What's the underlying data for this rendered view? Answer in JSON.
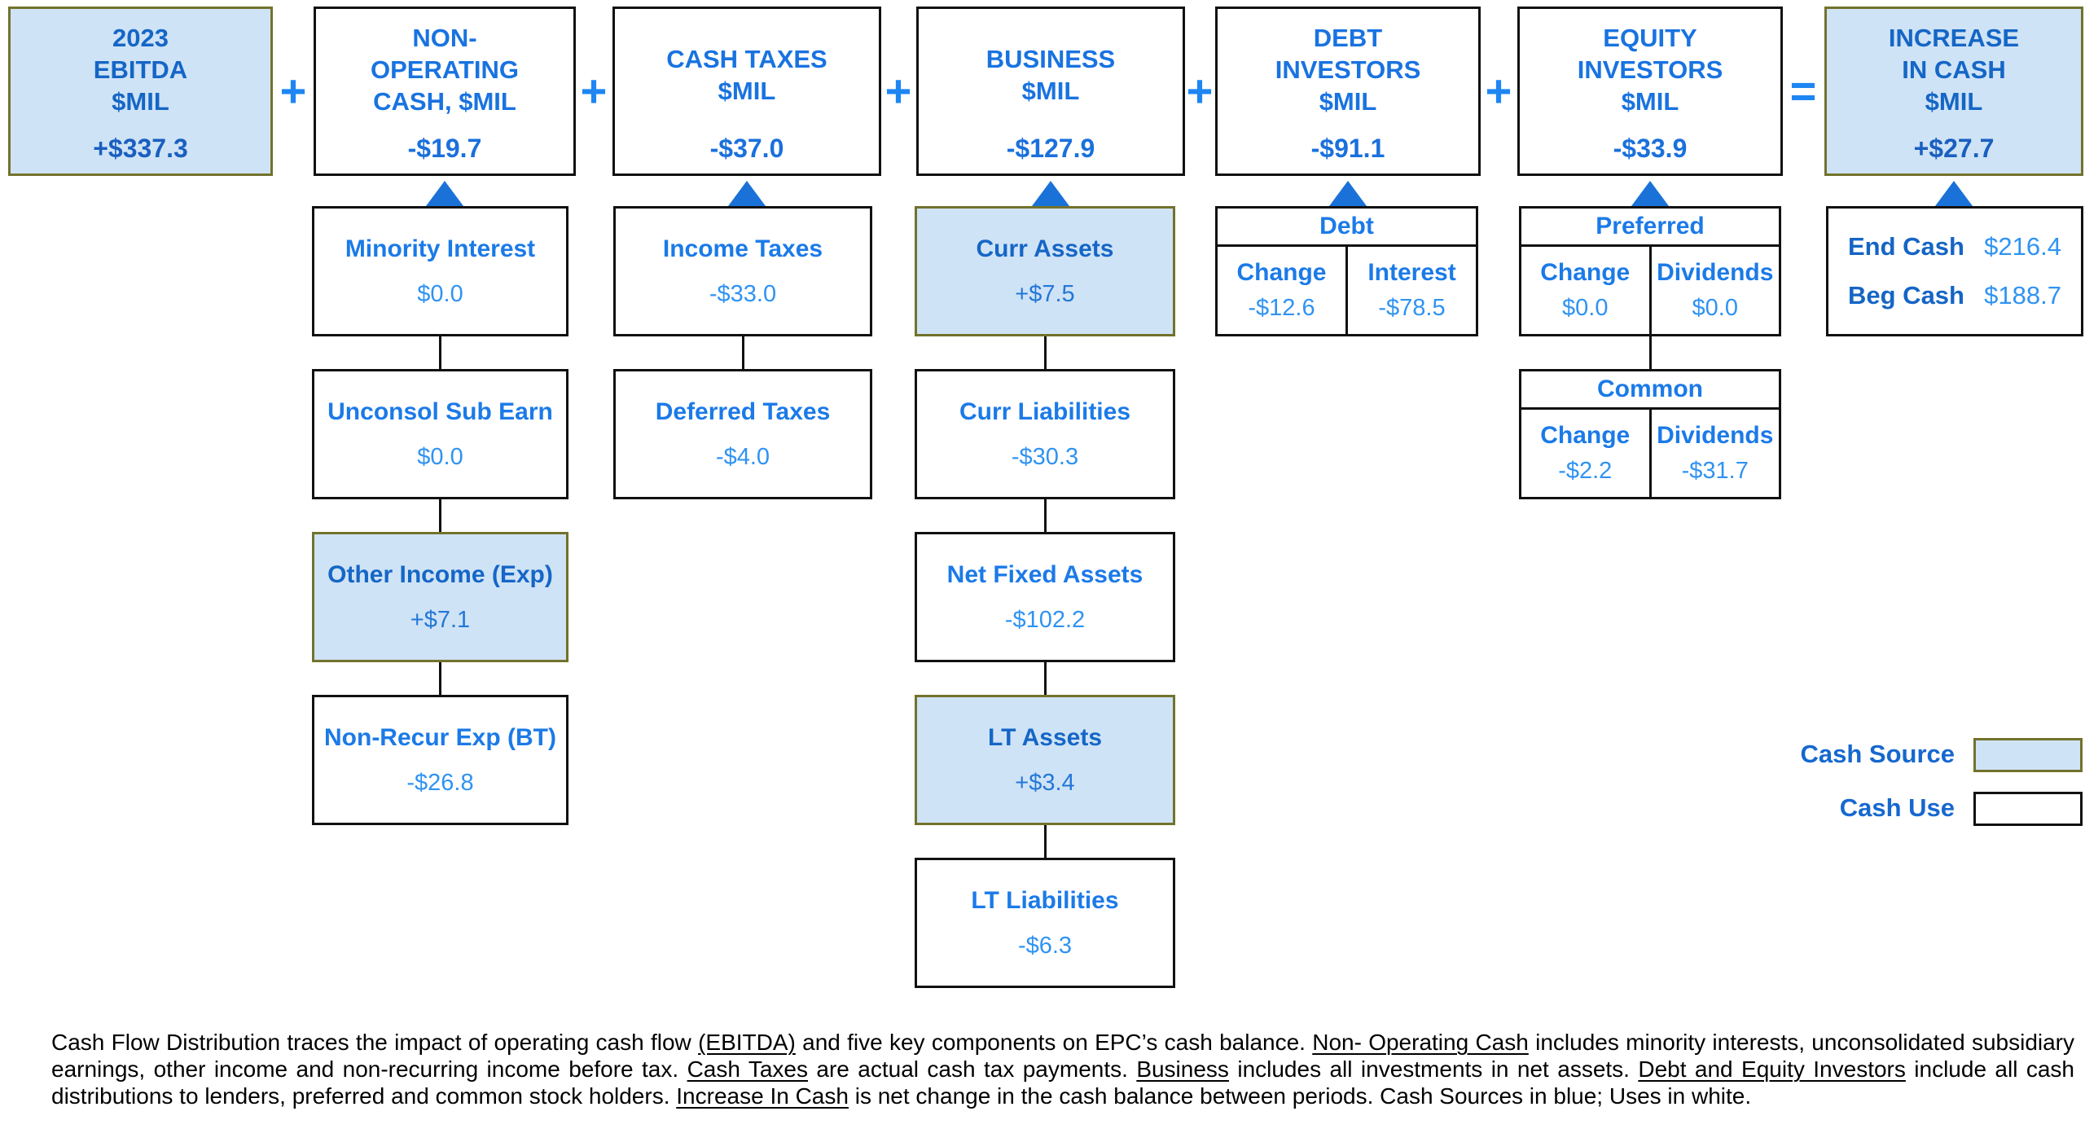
{
  "colors": {
    "source_fill": "#cfe3f6",
    "source_border": "#72722c",
    "box_border": "#111111",
    "title_blue": "#1973e0",
    "value_blue": "#2f93f2",
    "dark_blue": "#1566c6",
    "operator_blue": "#1d86f2",
    "triangle_blue": "#1a72d8"
  },
  "operators": {
    "plus": "+",
    "equals": "="
  },
  "top_row": {
    "ebitda": {
      "lines": [
        "2023",
        "EBITDA",
        "$MIL"
      ],
      "value": "+$337.3"
    },
    "nonop": {
      "lines": [
        "NON-",
        "OPERATING",
        "CASH, $MIL"
      ],
      "value": "-$19.7"
    },
    "cash_taxes": {
      "lines": [
        "CASH TAXES",
        "$MIL"
      ],
      "value": "-$37.0"
    },
    "business": {
      "lines": [
        "BUSINESS",
        "$MIL"
      ],
      "value": "-$127.9"
    },
    "debt_investors": {
      "lines": [
        "DEBT",
        "INVESTORS",
        "$MIL"
      ],
      "value": "-$91.1"
    },
    "equity_investors": {
      "lines": [
        "EQUITY",
        "INVESTORS",
        "$MIL"
      ],
      "value": "-$33.9"
    },
    "increase": {
      "lines": [
        "INCREASE",
        "IN CASH",
        "$MIL"
      ],
      "value": "+$27.7"
    }
  },
  "nonop_column": [
    {
      "label": "Minority Interest",
      "value": "$0.0"
    },
    {
      "label": "Unconsol Sub Earn",
      "value": "$0.0"
    },
    {
      "label": "Other Income (Exp)",
      "value": "+$7.1"
    },
    {
      "label": "Non-Recur Exp (BT)",
      "value": "-$26.8"
    }
  ],
  "cash_taxes_column": [
    {
      "label": "Income Taxes",
      "value": "-$33.0"
    },
    {
      "label": "Deferred Taxes",
      "value": "-$4.0"
    }
  ],
  "business_column": [
    {
      "label": "Curr Assets",
      "value": "+$7.5"
    },
    {
      "label": "Curr Liabilities",
      "value": "-$30.3"
    },
    {
      "label": "Net Fixed Assets",
      "value": "-$102.2"
    },
    {
      "label": "LT Assets",
      "value": "+$3.4"
    },
    {
      "label": "LT Liabilities",
      "value": "-$6.3"
    }
  ],
  "debt_table": {
    "header": "Debt",
    "col1": "Change",
    "col2": "Interest",
    "val1": "-$12.6",
    "val2": "-$78.5"
  },
  "preferred_table": {
    "header": "Preferred",
    "col1": "Change",
    "col2": "Dividends",
    "val1": "$0.0",
    "val2": "$0.0"
  },
  "common_table": {
    "header": "Common",
    "col1": "Change",
    "col2": "Dividends",
    "val1": "-$2.2",
    "val2": "-$31.7"
  },
  "cash_box": {
    "rows": [
      {
        "label": "End Cash",
        "value": "$216.4"
      },
      {
        "label": "Beg Cash",
        "value": "$188.7"
      }
    ]
  },
  "legend": {
    "source_label": "Cash Source",
    "use_label": "Cash Use"
  },
  "footer": {
    "segments": [
      {
        "text": "Cash Flow Distribution traces the impact of operating cash flow ",
        "u": false
      },
      {
        "text": "(EBITDA)",
        "u": true
      },
      {
        "text": " and five key components on EPC’s cash balance.  ",
        "u": false
      },
      {
        "text": "Non- Operating Cash",
        "u": true
      },
      {
        "text": " includes minority interests, unconsolidated subsidiary earnings, other income and non-recurring income before tax.  ",
        "u": false
      },
      {
        "text": "Cash Taxes",
        "u": true
      },
      {
        "text": " are actual cash tax payments.  ",
        "u": false
      },
      {
        "text": "Business",
        "u": true
      },
      {
        "text": " includes all investments in net assets.  ",
        "u": false
      },
      {
        "text": "Debt and Equity Investors",
        "u": true
      },
      {
        "text": " include all cash distributions to lenders, preferred and common stock holders.  ",
        "u": false
      },
      {
        "text": "Increase In Cash",
        "u": true
      },
      {
        "text": " is net change in the cash balance between periods.  Cash Sources in blue;  Uses in white.",
        "u": false
      }
    ]
  }
}
